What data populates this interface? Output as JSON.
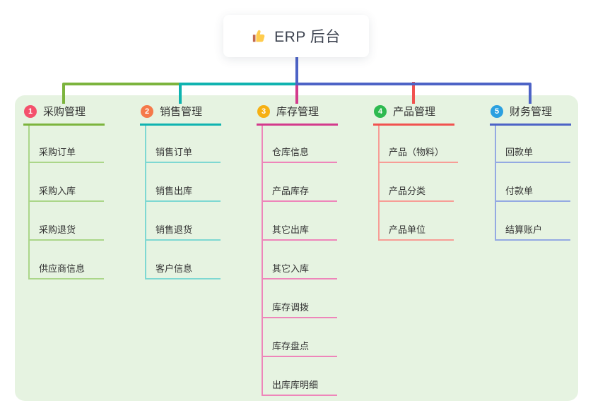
{
  "root": {
    "title": "ERP 后台",
    "icon": "thumbs-up-icon",
    "connector_color": "#4d63c6"
  },
  "colors": {
    "canvas_bg": "#ffffff",
    "panel_bg": "#e6f3e1",
    "root_text": "#3d4350",
    "node_text": "#333333"
  },
  "branches": [
    {
      "number": "1",
      "label": "采购管理",
      "badge_color": "#f4516c",
      "line_color": "#7cb43d",
      "child_line_color": "#abd689",
      "children": [
        "采购订单",
        "采购入库",
        "采购退货",
        "供应商信息"
      ]
    },
    {
      "number": "2",
      "label": "销售管理",
      "badge_color": "#f5794a",
      "line_color": "#0fb3b0",
      "child_line_color": "#7ed8d2",
      "children": [
        "销售订单",
        "销售出库",
        "销售退货",
        "客户信息"
      ]
    },
    {
      "number": "3",
      "label": "库存管理",
      "badge_color": "#f6b013",
      "line_color": "#d33a8c",
      "child_line_color": "#ee85ba",
      "children": [
        "仓库信息",
        "产品库存",
        "其它出库",
        "其它入库",
        "库存调拨",
        "库存盘点",
        "出库库明细"
      ]
    },
    {
      "number": "4",
      "label": "产品管理",
      "badge_color": "#2eba50",
      "line_color": "#f1524f",
      "child_line_color": "#f79d96",
      "children": [
        "产品（物料）",
        "产品分类",
        "产品单位"
      ]
    },
    {
      "number": "5",
      "label": "财务管理",
      "badge_color": "#2ba0e0",
      "line_color": "#4d63c6",
      "child_line_color": "#94a9e2",
      "children": [
        "回款单",
        "付款单",
        "结算账户"
      ]
    }
  ]
}
